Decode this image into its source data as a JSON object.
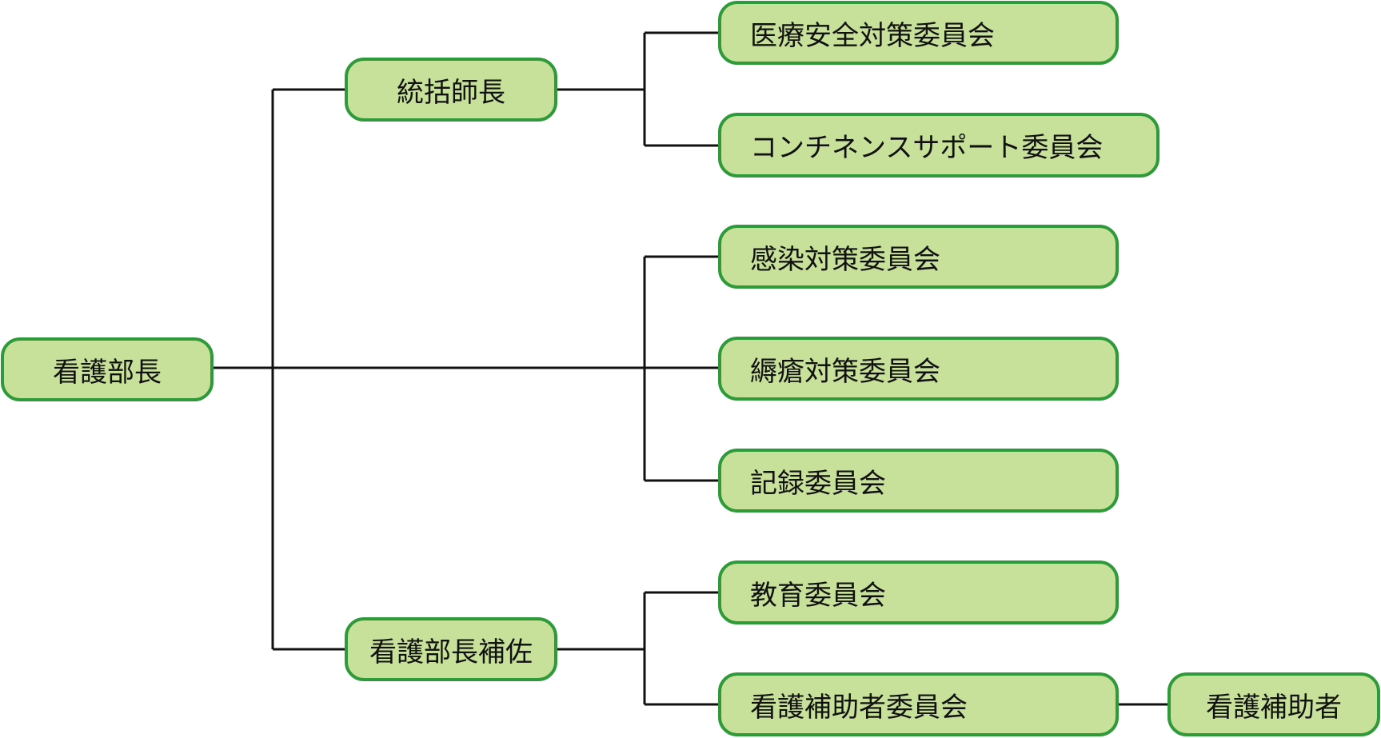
{
  "colors": {
    "node_fill": "#c7e09a",
    "node_border": "#2e9a3a",
    "line": "#111111",
    "text": "#111111"
  },
  "root": {
    "label": "看護部長"
  },
  "managers": {
    "general_head_nurse": {
      "label": "統括師長"
    },
    "deputy_director": {
      "label": "看護部長補佐"
    }
  },
  "committees": {
    "medical_safety": {
      "label": "医療安全対策委員会"
    },
    "continence_support": {
      "label": "コンチネンスサポート委員会"
    },
    "infection_control": {
      "label": "感染対策委員会"
    },
    "pressure_ulcer": {
      "label": "縟瘡対策委員会"
    },
    "records": {
      "label": "記録委員会"
    },
    "education": {
      "label": "教育委員会"
    },
    "nursing_assistant": {
      "label": "看護補助者委員会"
    }
  },
  "staff": {
    "nursing_assistant": {
      "label": "看護補助者"
    }
  }
}
